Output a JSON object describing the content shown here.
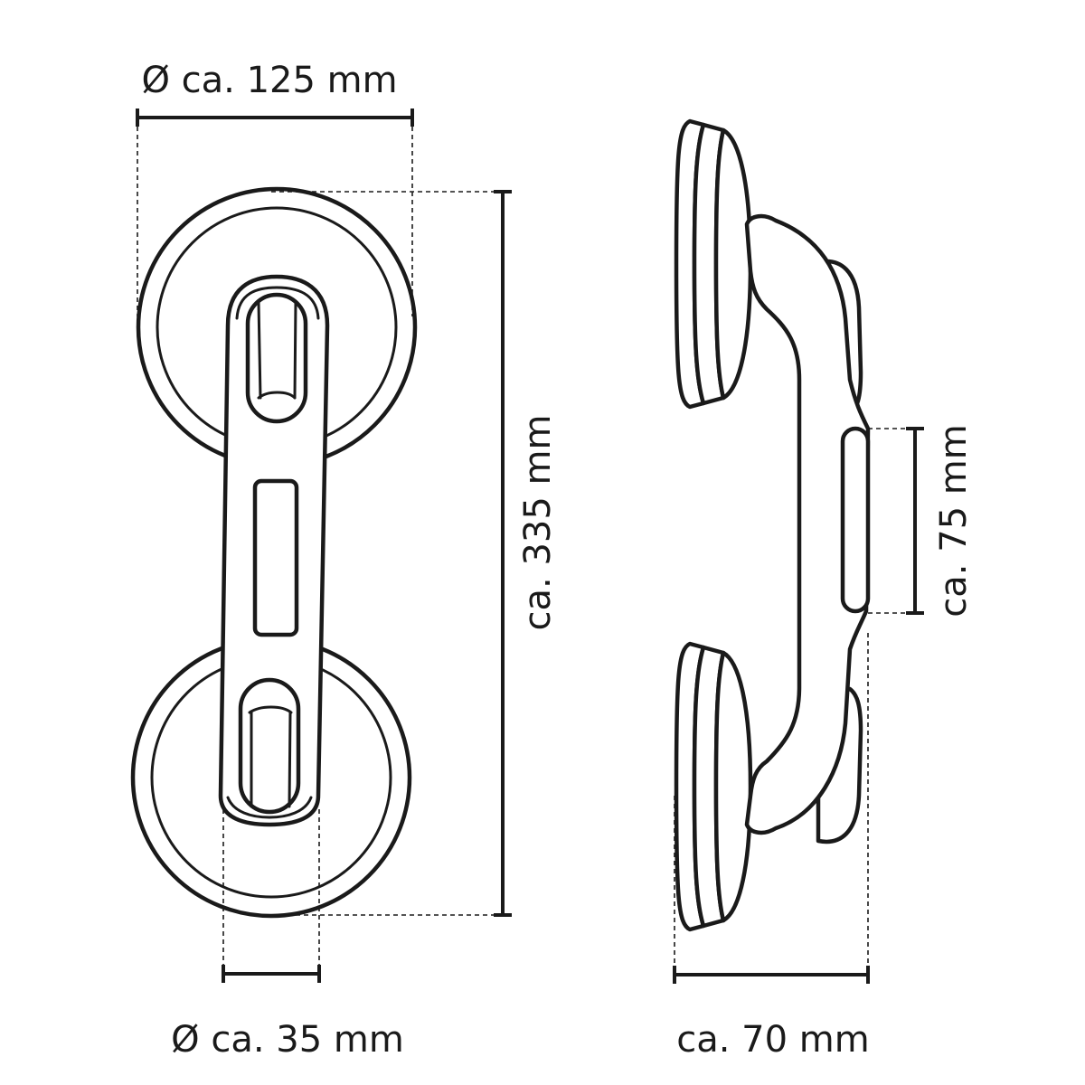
{
  "dimensions": {
    "suction_diameter": "Ø ca. 125 mm",
    "total_length": "ca. 335 mm",
    "grip_diameter": "Ø ca. 35 mm",
    "grip_section": "ca. 75 mm",
    "depth": "ca. 70 mm"
  },
  "colors": {
    "line": "#1a1a1a",
    "background": "#ffffff"
  }
}
